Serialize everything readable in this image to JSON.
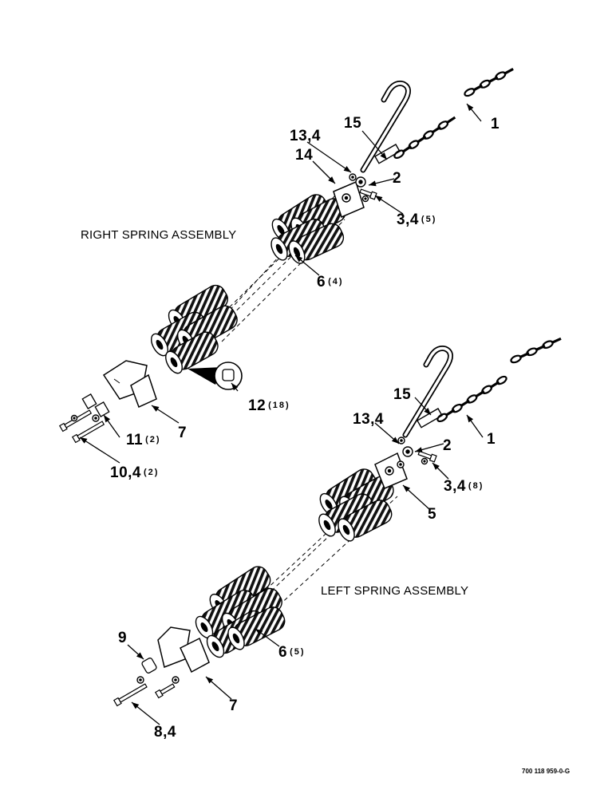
{
  "right_assembly": {
    "title": "RIGHT SPRING ASSEMBLY",
    "callouts": {
      "c1": {
        "text": "1",
        "qty": ""
      },
      "c15": {
        "text": "15",
        "qty": ""
      },
      "c13_4": {
        "text": "13,4",
        "qty": ""
      },
      "c14": {
        "text": "14",
        "qty": ""
      },
      "c2": {
        "text": "2",
        "qty": ""
      },
      "c3_4": {
        "text": "3,4",
        "qty": "(5)"
      },
      "c6": {
        "text": "6",
        "qty": "(4)"
      },
      "c12": {
        "text": "12",
        "qty": "(18)"
      },
      "c7": {
        "text": "7",
        "qty": ""
      },
      "c11": {
        "text": "11",
        "qty": "(2)"
      },
      "c10_4": {
        "text": "10,4",
        "qty": "(2)"
      }
    }
  },
  "left_assembly": {
    "title": "LEFT SPRING ASSEMBLY",
    "callouts": {
      "c15": {
        "text": "15",
        "qty": ""
      },
      "c1": {
        "text": "1",
        "qty": ""
      },
      "c13_4": {
        "text": "13,4",
        "qty": ""
      },
      "c2": {
        "text": "2",
        "qty": ""
      },
      "c3_4": {
        "text": "3,4",
        "qty": "(8)"
      },
      "c5": {
        "text": "5",
        "qty": ""
      },
      "c6": {
        "text": "6",
        "qty": "(5)"
      },
      "c9": {
        "text": "9",
        "qty": ""
      },
      "c7": {
        "text": "7",
        "qty": ""
      },
      "c8_4": {
        "text": "8,4",
        "qty": ""
      }
    }
  },
  "figure_number": "700 118 959-0-G"
}
